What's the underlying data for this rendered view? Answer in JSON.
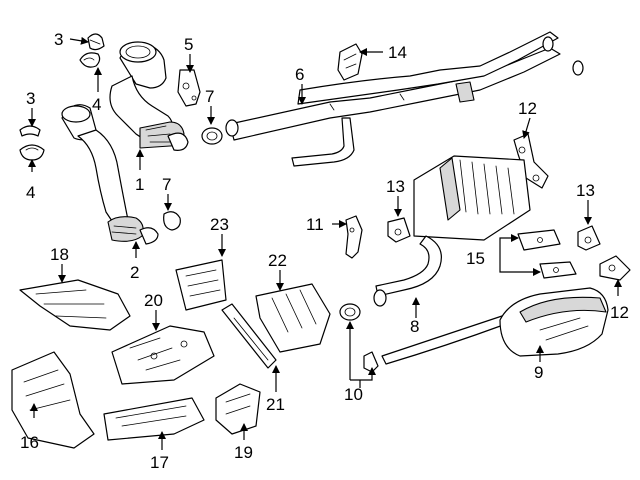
{
  "callouts": {
    "n1": "1",
    "n2": "2",
    "n3a": "3",
    "n3b": "3",
    "n4a": "4",
    "n4b": "4",
    "n5": "5",
    "n6": "6",
    "n7a": "7",
    "n7b": "7",
    "n8": "8",
    "n9": "9",
    "n10": "10",
    "n11": "11",
    "n12a": "12",
    "n12b": "12",
    "n13a": "13",
    "n13b": "13",
    "n14": "14",
    "n15": "15",
    "n16": "16",
    "n17": "17",
    "n18": "18",
    "n19": "19",
    "n20": "20",
    "n21": "21",
    "n22": "22",
    "n23": "23"
  }
}
